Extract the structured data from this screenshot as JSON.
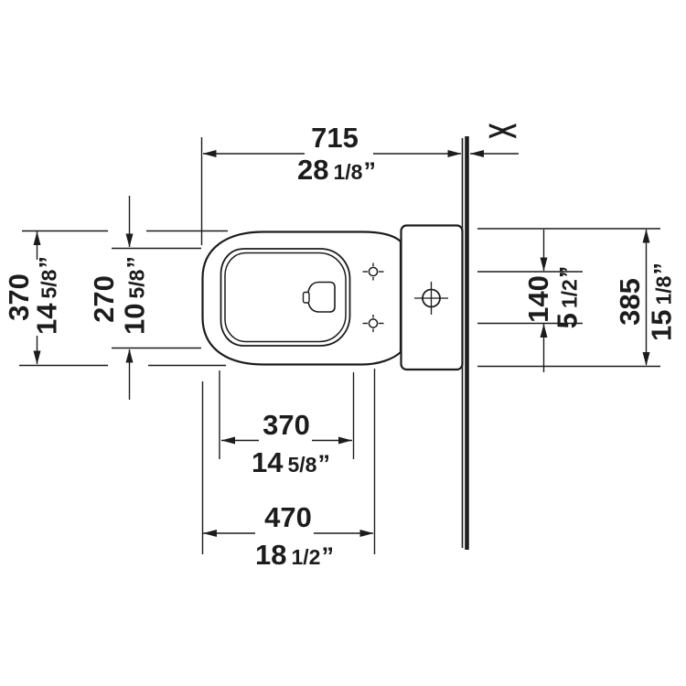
{
  "drawing": {
    "title": "toilet-top-view-dimension-drawing",
    "break_symbol": "><",
    "dims": {
      "top_width": {
        "mm": "715",
        "in_whole": "28",
        "in_frac": "1/8",
        "unit": "”"
      },
      "bowl_width": {
        "mm": "370",
        "in_whole": "14",
        "in_frac": "5/8",
        "unit": "”"
      },
      "seat_opening_width": {
        "mm": "270",
        "in_whole": "10",
        "in_frac": "5/8",
        "unit": "”"
      },
      "hinge_hole_spacing": {
        "mm": "140",
        "in_whole": "5",
        "in_frac": "1/2",
        "unit": "”"
      },
      "tank_width": {
        "mm": "385",
        "in_whole": "15",
        "in_frac": "1/8",
        "unit": "”"
      },
      "seat_opening_length": {
        "mm": "370",
        "in_whole": "14",
        "in_frac": "5/8",
        "unit": "”"
      },
      "bowl_length": {
        "mm": "470",
        "in_whole": "18",
        "in_frac": "1/2",
        "unit": "”"
      }
    }
  },
  "colors": {
    "ink": "#1c1c1c",
    "paper": "#ffffff"
  }
}
